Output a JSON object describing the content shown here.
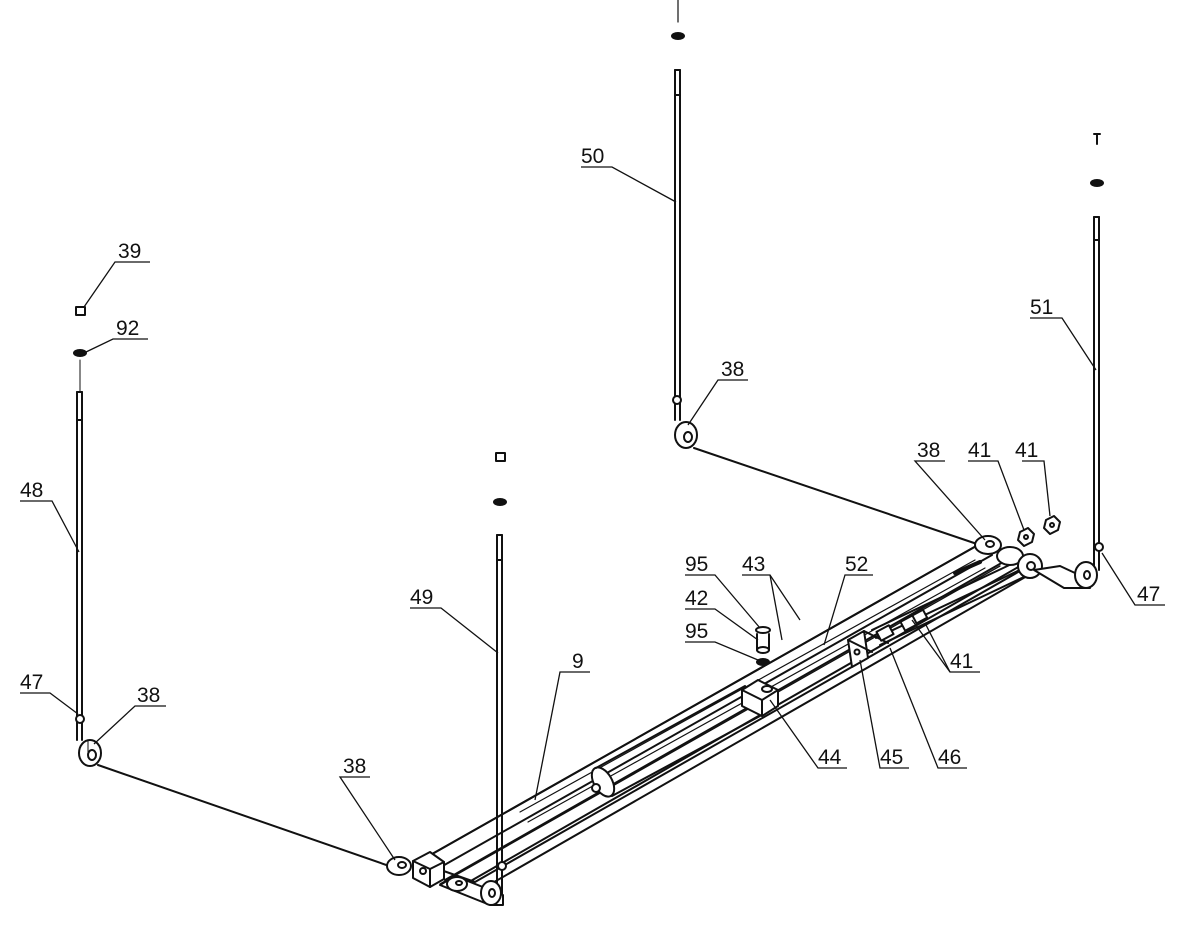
{
  "colors": {
    "line": "#111111",
    "background": "#ffffff"
  },
  "labels": {
    "p39": "39",
    "p92": "92",
    "p48": "48",
    "p47_left": "47",
    "p38_left": "38",
    "p38_bottom": "38",
    "p49": "49",
    "p9": "9",
    "p50": "50",
    "p38_top": "38",
    "p38_right": "38",
    "p41_a": "41",
    "p41_b": "41",
    "p51": "51",
    "p47_right": "47",
    "p95_upper": "95",
    "p43": "43",
    "p52": "52",
    "p42": "42",
    "p95_lower": "95",
    "p44": "44",
    "p45": "45",
    "p46": "46",
    "p41_c": "41"
  }
}
